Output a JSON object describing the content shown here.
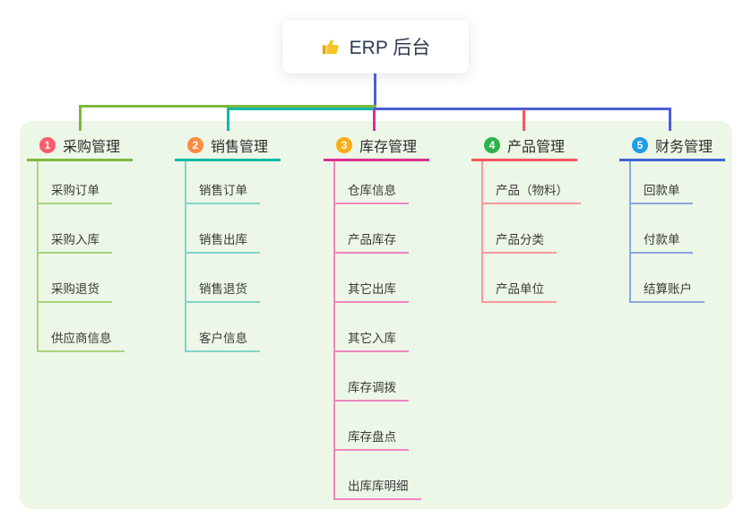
{
  "root": {
    "label": "ERP 后台",
    "icon": "thumbs-up-icon"
  },
  "branches": [
    {
      "number": "1",
      "label": "采购管理",
      "badge_color": "#f95d6a",
      "line_color": "#7cb93e",
      "child_line_color": "#a8d57f",
      "children": [
        "采购订单",
        "采购入库",
        "采购退货",
        "供应商信息"
      ]
    },
    {
      "number": "2",
      "label": "销售管理",
      "badge_color": "#ff8c42",
      "line_color": "#12b8a6",
      "child_line_color": "#7fd4c9",
      "children": [
        "销售订单",
        "销售出库",
        "销售退货",
        "客户信息"
      ]
    },
    {
      "number": "3",
      "label": "库存管理",
      "badge_color": "#fbad17",
      "line_color": "#dc2f92",
      "child_line_color": "#ef86c0",
      "children": [
        "仓库信息",
        "产品库存",
        "其它出库",
        "其它入库",
        "库存调拨",
        "库存盘点",
        "出库库明细"
      ]
    },
    {
      "number": "4",
      "label": "产品管理",
      "badge_color": "#2eb34c",
      "line_color": "#f8545f",
      "child_line_color": "#f9999f",
      "children": [
        "产品（物料）",
        "产品分类",
        "产品单位"
      ]
    },
    {
      "number": "5",
      "label": "财务管理",
      "badge_color": "#1e9de9",
      "line_color": "#3f63d6",
      "child_line_color": "#8aa4e2",
      "children": [
        "回款单",
        "付款单",
        "结算账户"
      ]
    }
  ],
  "colors": {
    "root_connector": "#4a5ed6",
    "canvas_background": "#edf7e7",
    "root_node_background": "#ffffff",
    "root_text": "#2b3a4d"
  }
}
